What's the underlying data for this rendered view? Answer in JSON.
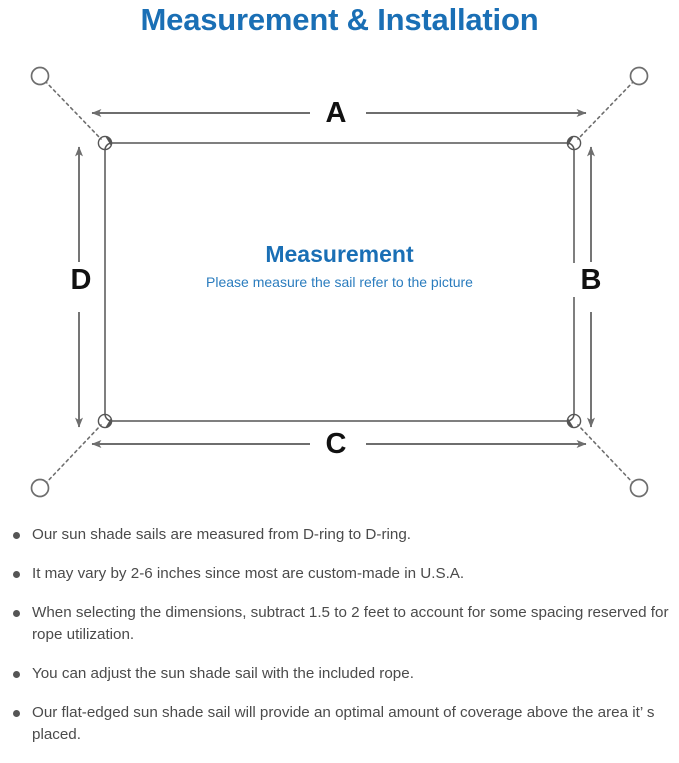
{
  "header": {
    "title": "Measurement & Installation",
    "title_color": "#1a6fb5"
  },
  "diagram": {
    "sail_title": "Measurement",
    "sail_subtitle": "Please measure the sail refer to the picture",
    "sail_title_color": "#1a6fb5",
    "sail_subtitle_color": "#2a7cbe",
    "line_color": "#6e6e6e",
    "sail_edge_color": "#555555",
    "dimensions": {
      "top": "A",
      "right": "B",
      "bottom": "C",
      "left": "D"
    },
    "elements": {
      "anchor_point": "anchor-circle",
      "d_ring": "d-ring",
      "rope": "dotted-rope-line",
      "measure_arrow": "double-headed-arrow"
    }
  },
  "notes": [
    "Our sun shade sails are measured from D-ring to D-ring.",
    "It may vary by 2-6 inches since most are custom-made in U.S.A.",
    "When selecting the dimensions, subtract 1.5 to 2 feet to account for some spacing reserved for rope utilization.",
    "You can adjust the sun shade sail with the included rope.",
    "Our flat-edged sun shade sail will provide an optimal amount of coverage above the area it’  s placed."
  ]
}
